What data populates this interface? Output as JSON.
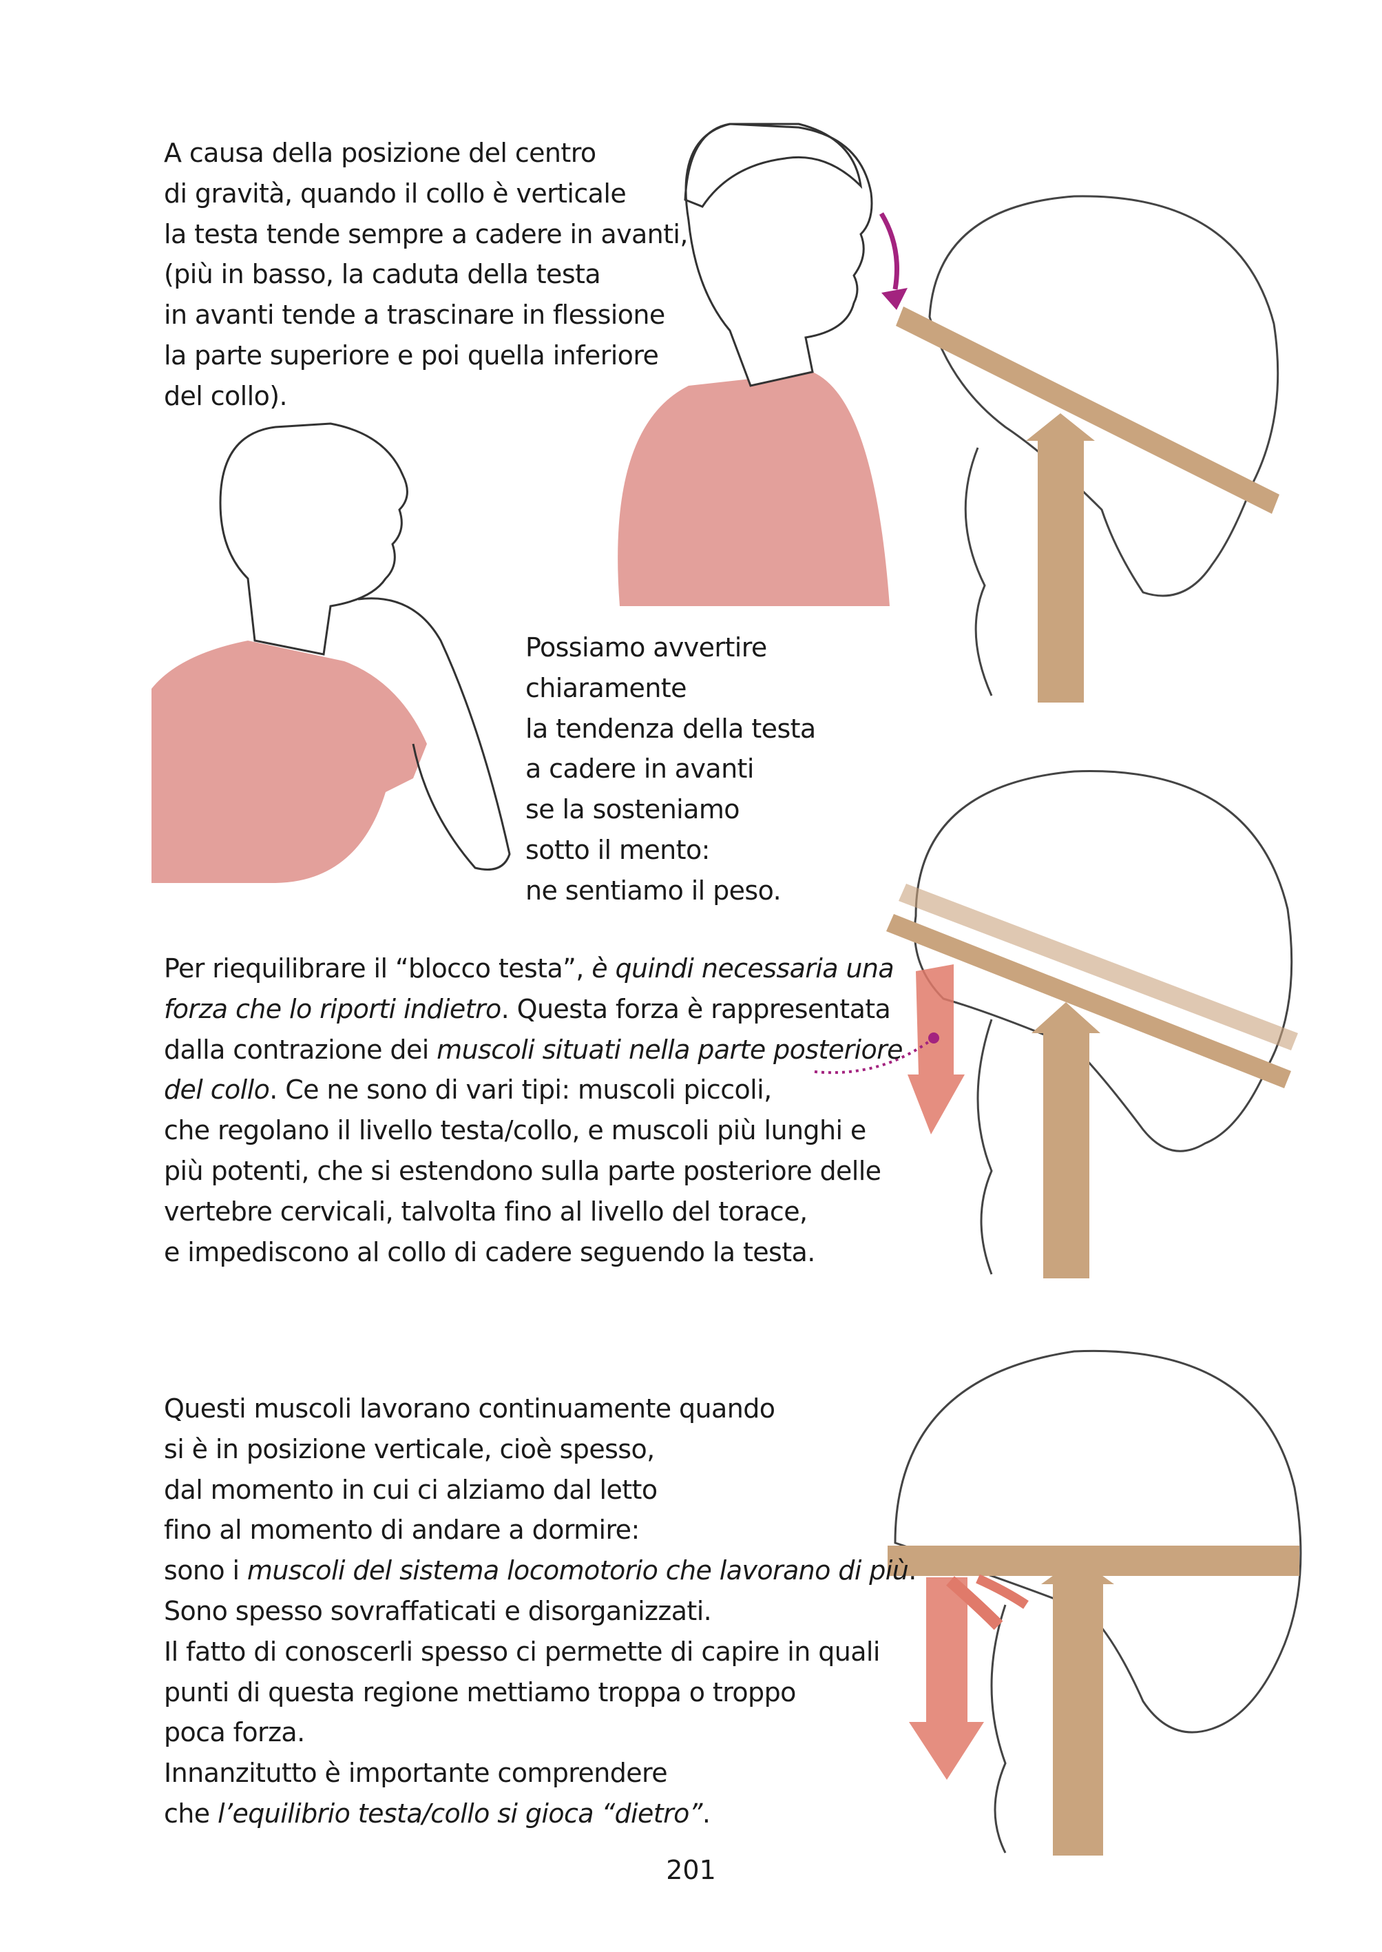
{
  "block1": {
    "lines": [
      "A causa della posizione del centro",
      "di gravità, quando il collo è verticale",
      "la testa tende sempre a cadere in avanti,",
      "(più in basso, la caduta della testa",
      "in avanti tende a trascinare in flessione",
      "la parte superiore e poi quella inferiore",
      "del collo)."
    ]
  },
  "block2": {
    "lines": [
      "Possiamo avvertire",
      "chiaramente",
      "la tendenza della testa",
      "a cadere in avanti",
      "se la sosteniamo",
      "sotto il mento:",
      "ne sentiamo il peso."
    ]
  },
  "block3": {
    "l1a": "Per riequilibrare il “blocco testa”, ",
    "l1b": "è quindi necessaria una",
    "l2a": "forza che lo riporti indietro",
    "l2b": ". Questa forza è rappresentata",
    "l3a": "dalla contrazione dei ",
    "l3b": "muscoli situati nella parte posteriore",
    "l4a": "del collo",
    "l4b": ". Ce ne sono di vari tipi: muscoli piccoli,",
    "l5": "che regolano il livello testa/collo, e muscoli più lunghi e",
    "l6": "più potenti, che si estendono sulla parte posteriore delle",
    "l7": "vertebre cervicali, talvolta fino al livello del torace,",
    "l8": "e impediscono al collo di cadere seguendo la testa."
  },
  "block4": {
    "l1": "Questi muscoli lavorano continuamente quando",
    "l2": "si è in posizione verticale, cioè spesso,",
    "l3": "dal momento in cui ci alziamo dal letto",
    "l4": "fino al momento di andare a dormire:",
    "l5a": "sono i ",
    "l5b": "muscoli del sistema locomotorio che lavorano di più",
    "l5c": ".",
    "l6": "Sono spesso sovraffaticati e disorganizzati.",
    "l7": "Il fatto di conoscerli spesso ci permette di capire in quali",
    "l8": "punti di questa regione mettiamo troppa o troppo",
    "l9": "poca forza.",
    "l10": "Innanzitutto è importante comprendere",
    "l11a": "che ",
    "l11b": "l’equilibrio testa/collo si gioca “dietro”",
    "l11c": "."
  },
  "page_number": "201",
  "colors": {
    "accent": "#a3237f",
    "plank": "#c9a47e",
    "muscle": "#e07a6a",
    "shirt": "#d9807a"
  }
}
